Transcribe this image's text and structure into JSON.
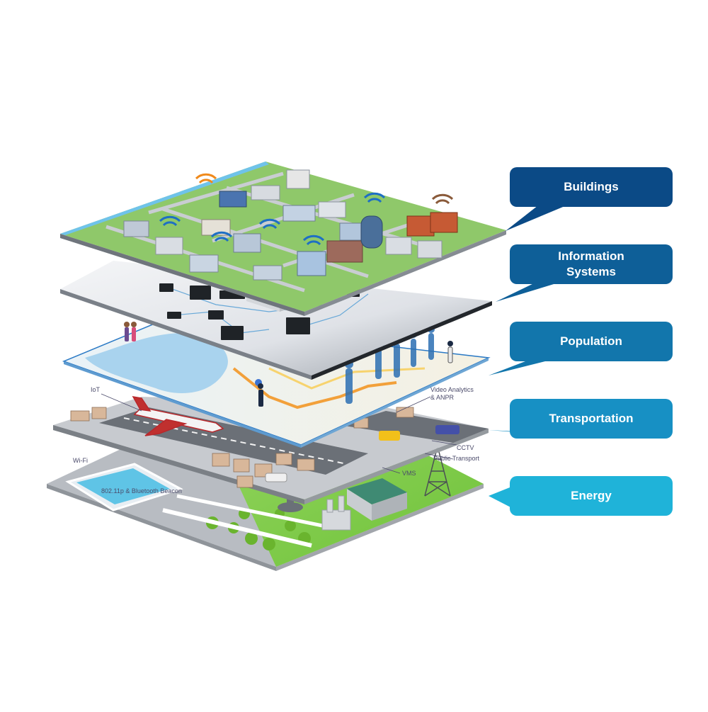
{
  "layers": [
    {
      "id": "buildings",
      "label": "Buildings",
      "color": "#0b4a86"
    },
    {
      "id": "information-systems",
      "label": "Information\nSystems",
      "color": "#0e5f98"
    },
    {
      "id": "population",
      "label": "Population",
      "color": "#1276ac"
    },
    {
      "id": "transportation",
      "label": "Transportation",
      "color": "#1790c4"
    },
    {
      "id": "energy",
      "label": "Energy",
      "color": "#1fb3d9"
    }
  ],
  "annotations": {
    "iot": "IoT",
    "wifi": "Wi-Fi",
    "beacon": "802.11p & Bluetooth Beacon",
    "video_analytics": "Video Analytics\n& ANPR",
    "cctv": "CCTV",
    "public_transport": "Public Transport",
    "vms": "VMS"
  }
}
